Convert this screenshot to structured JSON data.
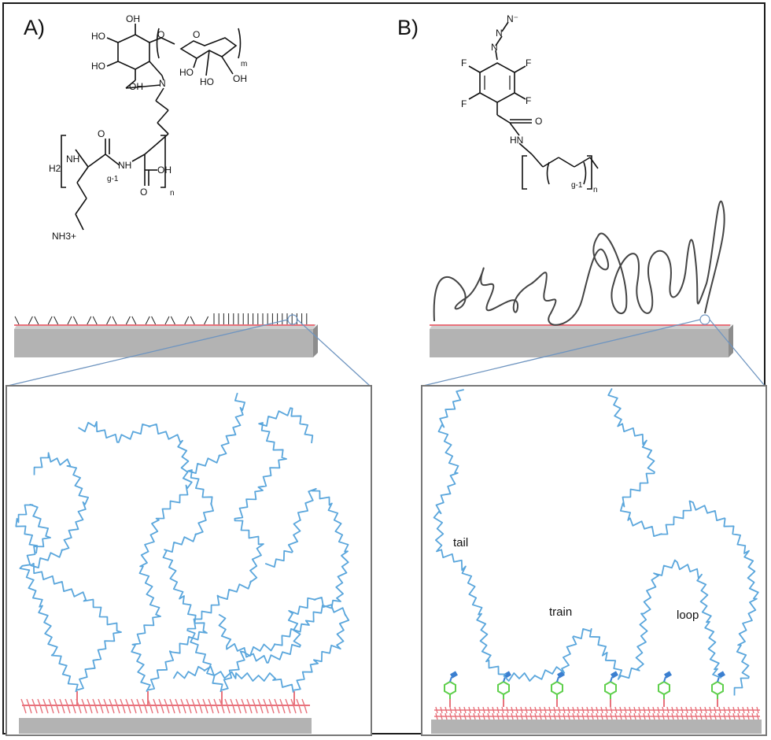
{
  "panel_a": {
    "label": "A)",
    "chem_labels": {
      "oh": "OH",
      "ho": "HO",
      "o": "O",
      "n": "N",
      "nh": "NH",
      "h2": "H2",
      "g_minus_1": "g-1",
      "n_sub": "n",
      "m_sub": "m",
      "nh3plus": "NH3+"
    }
  },
  "panel_b": {
    "label": "B)",
    "chem_labels": {
      "azide": "N⁻",
      "azide_n": "N",
      "f": "F",
      "o": "O",
      "hn": "HN",
      "g_minus_1": "g-1",
      "n_sub": "n"
    },
    "annotations": {
      "tail": "tail",
      "train": "train",
      "loop": "loop"
    }
  },
  "colors": {
    "polymer_blue": "#5aa6dc",
    "anchor_red": "#e8727c",
    "linker_green": "#5fcf4c",
    "linker_blue": "#3b7fd0",
    "substrate_gray": "#b3b3b3",
    "substrate_edge": "#8d8d8d",
    "zoom_line": "#6f95c0",
    "frame": "#1a1a1a"
  }
}
